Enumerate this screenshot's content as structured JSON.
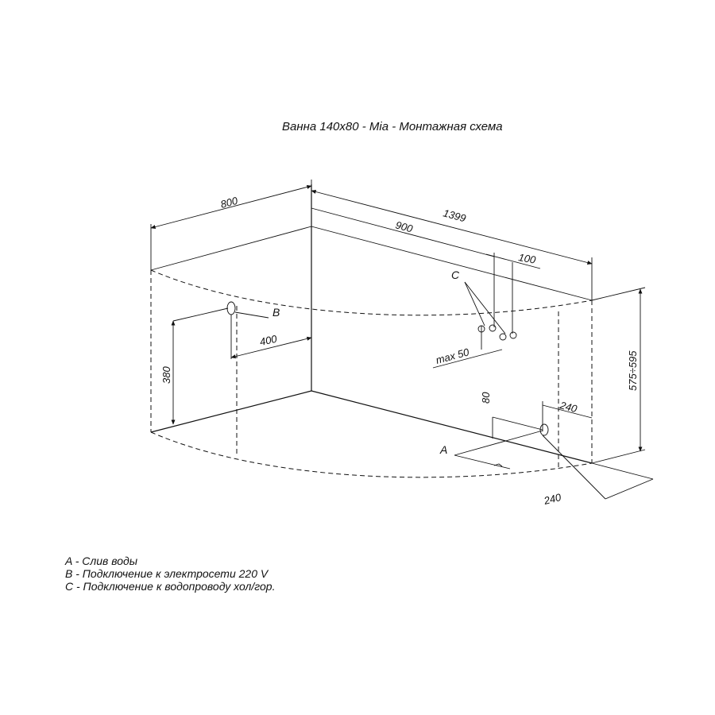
{
  "title": "Ванна 140x80 - Mia - Монтажная схема",
  "dimensions": {
    "width_800": "800",
    "length_1399": "1399",
    "offset_900": "900",
    "offset_100": "100",
    "height_380": "380",
    "offset_400": "400",
    "max_50": "max 50",
    "offset_80": "80",
    "offset_240_right": "240",
    "offset_240_bottom": "240",
    "height_range": "575÷595"
  },
  "markers": {
    "a": "A",
    "b": "B",
    "c": "C"
  },
  "legend": [
    "A - Слив воды",
    "B - Подключение к электросети 220 V",
    "C - Подключение к водопроводу хол/гор."
  ]
}
